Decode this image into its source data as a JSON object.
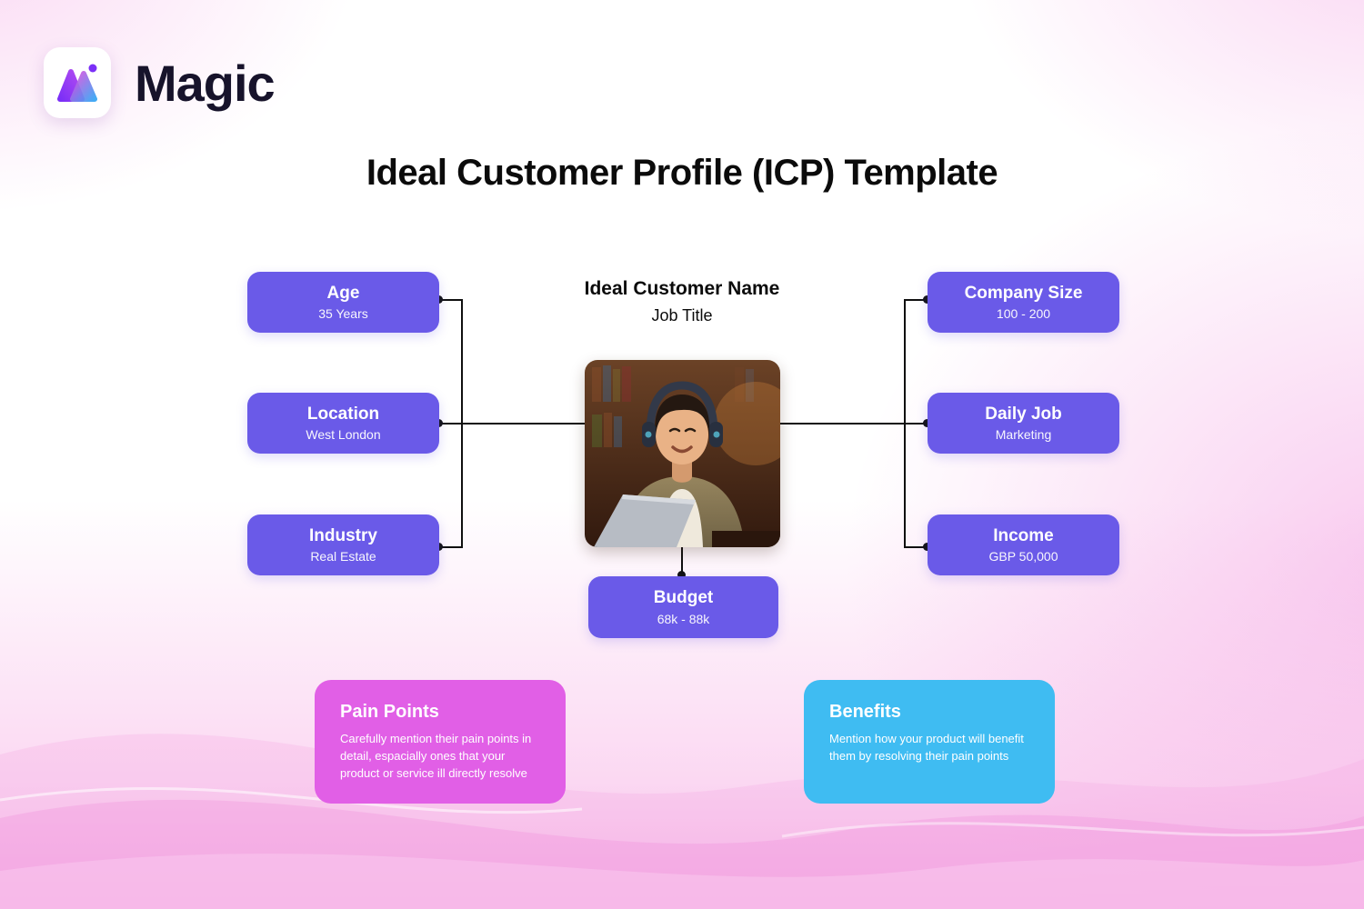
{
  "brand": {
    "name": "Magic"
  },
  "title": "Ideal Customer Profile (ICP) Template",
  "center": {
    "name": "Ideal Customer Name",
    "job": "Job Title",
    "photo_description": "Smiling young man wearing headphones at a laptop in a warm room"
  },
  "left_boxes": [
    {
      "label": "Age",
      "value": "35 Years"
    },
    {
      "label": "Location",
      "value": "West London"
    },
    {
      "label": "Industry",
      "value": "Real Estate"
    }
  ],
  "right_boxes": [
    {
      "label": "Company Size",
      "value": "100 - 200"
    },
    {
      "label": "Daily Job",
      "value": "Marketing"
    },
    {
      "label": "Income",
      "value": "GBP 50,000"
    }
  ],
  "budget": {
    "label": "Budget",
    "value": "68k - 88k"
  },
  "pain_points": {
    "label": "Pain Points",
    "text": "Carefully mention their pain points in detail, espacially ones that your product or service ill directly resolve"
  },
  "benefits": {
    "label": "Benefits",
    "text": "Mention how your product will benefit them by resolving their pain points"
  },
  "colors": {
    "node": "#6a5ae8",
    "pain": "#e15fe6",
    "benefit": "#3fbcf2"
  }
}
